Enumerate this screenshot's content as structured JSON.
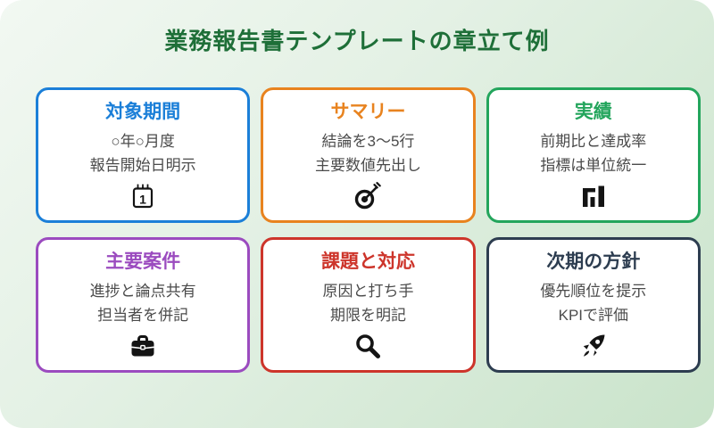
{
  "page_title": "業務報告書テンプレートの章立て例",
  "theme": {
    "title_color": "#1e6f38",
    "background_gradient_start": "#f2f8f2",
    "background_gradient_end": "#c9e3ca",
    "card_background": "#ffffff",
    "body_text_color": "#4b4b4b",
    "icon_color": "#141414"
  },
  "cards": [
    {
      "title": "対象期間",
      "lines": [
        "○年○月度",
        "報告開始日明示"
      ],
      "icon": "calendar-icon",
      "icon_label": "1",
      "accent": "#1b7fd8"
    },
    {
      "title": "サマリー",
      "lines": [
        "結論を3〜5行",
        "主要数値先出し"
      ],
      "icon": "target-icon",
      "accent": "#e8831f"
    },
    {
      "title": "実績",
      "lines": [
        "前期比と達成率",
        "指標は単位統一"
      ],
      "icon": "bar-chart-icon",
      "accent": "#23a55c"
    },
    {
      "title": "主要案件",
      "lines": [
        "進捗と論点共有",
        "担当者を併記"
      ],
      "icon": "briefcase-icon",
      "accent": "#9b4bbf"
    },
    {
      "title": "課題と対応",
      "lines": [
        "原因と打ち手",
        "期限を明記"
      ],
      "icon": "magnifier-icon",
      "accent": "#cd352b"
    },
    {
      "title": "次期の方針",
      "lines": [
        "優先順位を提示",
        "KPIで評価"
      ],
      "icon": "rocket-icon",
      "accent": "#2d3d50"
    }
  ]
}
